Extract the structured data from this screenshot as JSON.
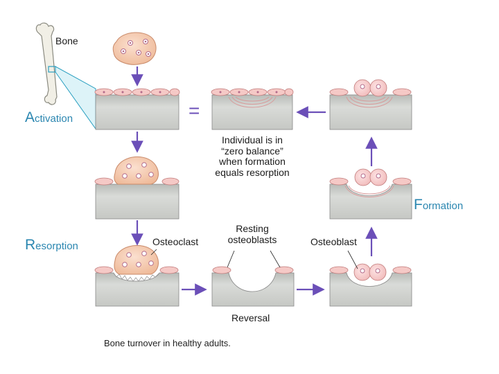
{
  "labels": {
    "bone": "Bone",
    "osteoclast": "Osteoclast",
    "resting_osteoblasts": "Resting\nosteoblasts",
    "osteoblast": "Osteoblast",
    "reversal": "Reversal",
    "zero_balance": "Individual is in\n“zero balance”\nwhen formation\nequals resorption"
  },
  "stages": {
    "activation": {
      "first": "A",
      "rest": "ctivation"
    },
    "resorption": {
      "first": "R",
      "rest": "esorption"
    },
    "formation": {
      "first": "F",
      "rest": "ormation"
    }
  },
  "caption": "Bone turnover in healthy adults.",
  "equals_sign": "=",
  "colors": {
    "stage_label": "#2a86b0",
    "arrow": "#6b4fb8",
    "bone_block": "#cfd1cd",
    "cell_fill": "#f5c9c6",
    "osteoclast_fill": "#f2c3a6"
  }
}
